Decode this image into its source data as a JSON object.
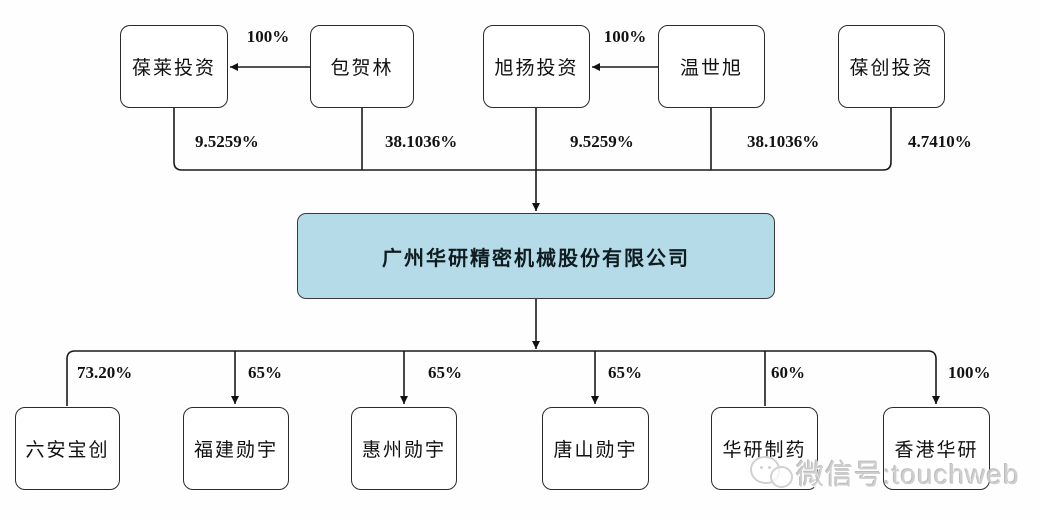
{
  "diagram": {
    "company": {
      "name": "广州华研精密机械股份有限公司",
      "fill_color": "#b4dbe7"
    },
    "top_shareholders": [
      {
        "label": "葆莱投资",
        "pct": "9.5259%"
      },
      {
        "label": "包贺林",
        "pct": "38.1036%"
      },
      {
        "label": "旭扬投资",
        "pct": "9.5259%"
      },
      {
        "label": "温世旭",
        "pct": "38.1036%"
      },
      {
        "label": "葆创投资",
        "pct": "4.7410%"
      }
    ],
    "control_arrows": [
      {
        "from": "包贺林",
        "to": "葆莱投资",
        "pct": "100%"
      },
      {
        "from": "温世旭",
        "to": "旭扬投资",
        "pct": "100%"
      }
    ],
    "subsidiaries": [
      {
        "label": "六安宝创",
        "pct": "73.20%"
      },
      {
        "label": "福建勋宇",
        "pct": "65%"
      },
      {
        "label": "惠州勋宇",
        "pct": "65%"
      },
      {
        "label": "唐山勋宇",
        "pct": "65%"
      },
      {
        "label": "华研制药",
        "pct": "60%"
      },
      {
        "label": "香港华研",
        "pct": "100%"
      }
    ],
    "watermark": {
      "text": "微信号:touchweb"
    },
    "line_color": "#1a1a1a"
  }
}
